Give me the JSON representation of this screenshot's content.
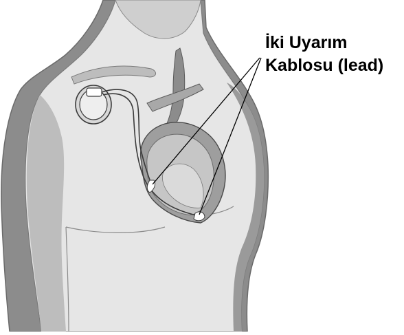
{
  "annotation": {
    "line1": "İki Uyarım",
    "line2": "Kablosu (lead)"
  },
  "colors": {
    "skin_light": "#e6e6e6",
    "skin_mid": "#bdbdbd",
    "skin_dark": "#8c8c8c",
    "outline": "#6a6a6a",
    "ink": "#000000"
  },
  "icons": [
    "torso-illustration",
    "heart-illustration",
    "pacemaker-generator-icon",
    "lead-wire"
  ]
}
